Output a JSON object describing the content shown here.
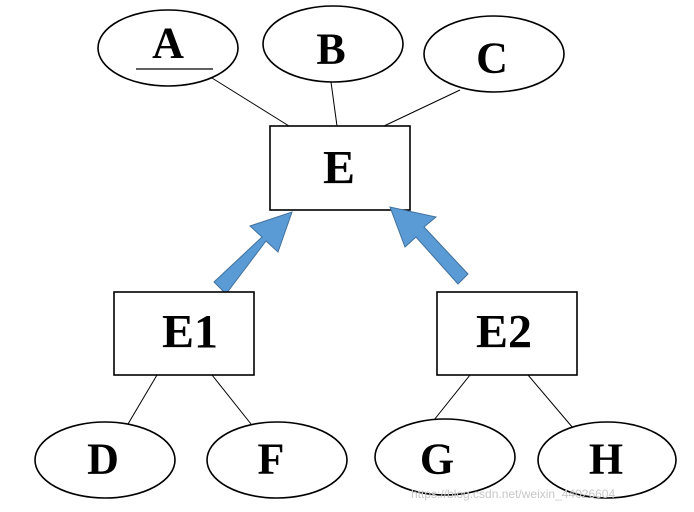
{
  "diagram": {
    "entities": {
      "E": "E",
      "E1": "E1",
      "E2": "E2"
    },
    "attributes": {
      "A": "A",
      "B": "B",
      "C": "C",
      "D": "D",
      "F": "F",
      "G": "G",
      "H": "H"
    },
    "colors": {
      "arrow_fill": "#5b9bd5",
      "arrow_stroke": "#41719c",
      "line": "#000000"
    }
  },
  "watermark": "https://blog.csdn.net/weixin_44026604"
}
